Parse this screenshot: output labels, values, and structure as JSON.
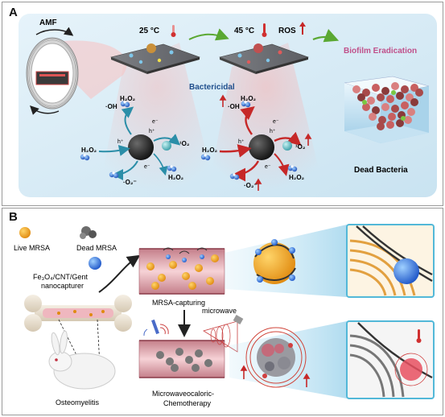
{
  "panel_a": {
    "letter": "A",
    "amf": "AMF",
    "temp_low": "25 °C",
    "temp_high": "45 °C",
    "ros": "ROS",
    "bactericidal": "Bactericidal",
    "biofilm_eradication": "Biofilm Eradication",
    "dead_bacteria": "Dead Bacteria",
    "left_cycle": {
      "oh": "·OH",
      "h2o2_top": "H₂O₂",
      "h2o2_left": "H₂O₂",
      "h2o2_right": "H₂O₂",
      "o2_singlet": "¹O₂",
      "o2_super": "·O₂⁻",
      "e_top": "e⁻",
      "h_top": "h⁺",
      "h_left": "h⁺",
      "e_bottom": "e⁻"
    },
    "right_cycle": {
      "oh": "·OH",
      "h2o2_top": "H₂O₂",
      "h2o2_left": "H₂O₂",
      "h2o2_right": "H₂O₂",
      "o2_singlet": "¹O₂",
      "o2_super": "·O₂⁻",
      "e_top": "e⁻",
      "h_top": "h⁺",
      "h_left": "h⁺",
      "e_bottom": "e⁻"
    }
  },
  "panel_b": {
    "letter": "B",
    "live_mrsa": "Live MRSA",
    "dead_mrsa": "Dead MRSA",
    "nanocapturer_line1": "Fe₃O₄/CNT/Gent",
    "nanocapturer_line2": "nanocapturer",
    "mrsa_capturing": "MRSA-capturing",
    "microwave": "microwave",
    "osteomyelitis": "Osteomyelitis",
    "therapy_line1": "Microwaveocaloric-",
    "therapy_line2": "Chemotherapy"
  },
  "colors": {
    "panel_a_bg": "#d9ecf6",
    "green_arrow": "#5aa832",
    "biofilm_text": "#c0508a",
    "bactericidal_text": "#1f4e8c",
    "teal_arrow": "#2b8ea8",
    "red_arrow": "#c62828",
    "mrsa_orange": "#f0a020",
    "highlight_frame": "#52b8d8"
  }
}
